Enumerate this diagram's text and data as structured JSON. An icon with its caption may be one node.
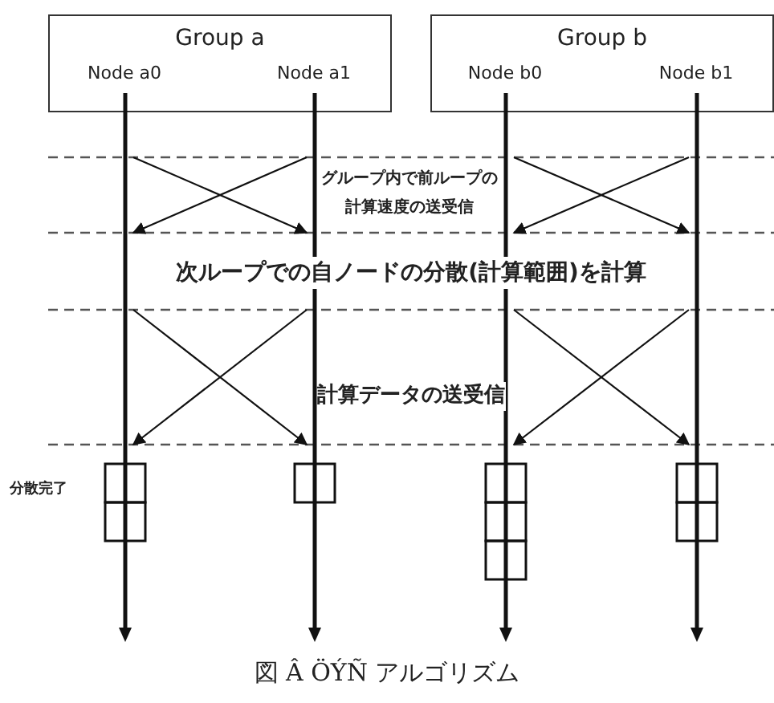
{
  "diagram": {
    "caption": "図 Â ÖÝÑ アルゴリズム",
    "nodes": [
      {
        "text": [
          "Group a"
        ]
      },
      {
        "text": [
          "Node a0"
        ],
        "in": 0
      },
      {
        "text": [
          "Node a1"
        ],
        "in": 0
      },
      {
        "text": [
          "Group b"
        ]
      },
      {
        "text": [
          "Node b0"
        ],
        "in": 3
      },
      {
        "text": [
          "Node b1"
        ],
        "in": 3
      },
      {
        "text": [],
        "shape": "line"
      },
      {
        "text": [],
        "shape": "line"
      },
      {
        "text": [],
        "shape": "line"
      },
      {
        "text": [],
        "shape": "line"
      }
    ],
    "edges": [
      {
        "from": 6,
        "to": 7,
        "arrow": "to"
      },
      {
        "from": 7,
        "to": 6,
        "arrow": "to"
      },
      {
        "from": 8,
        "to": 9,
        "arrow": "to"
      },
      {
        "from": 9,
        "to": 8,
        "arrow": "to"
      },
      {
        "from": 6,
        "to": 7,
        "arrow": "to"
      },
      {
        "from": 7,
        "to": 6,
        "arrow": "to"
      },
      {
        "from": 8,
        "to": 9,
        "arrow": "to"
      },
      {
        "from": 9,
        "to": 8,
        "arrow": "to"
      }
    ],
    "labels": [
      "グループ内で前ループの計算速度の送受信",
      "次ループでの自ノードの分散(計算範囲)を計算",
      "計算データの送受信",
      "分散完了"
    ]
  }
}
